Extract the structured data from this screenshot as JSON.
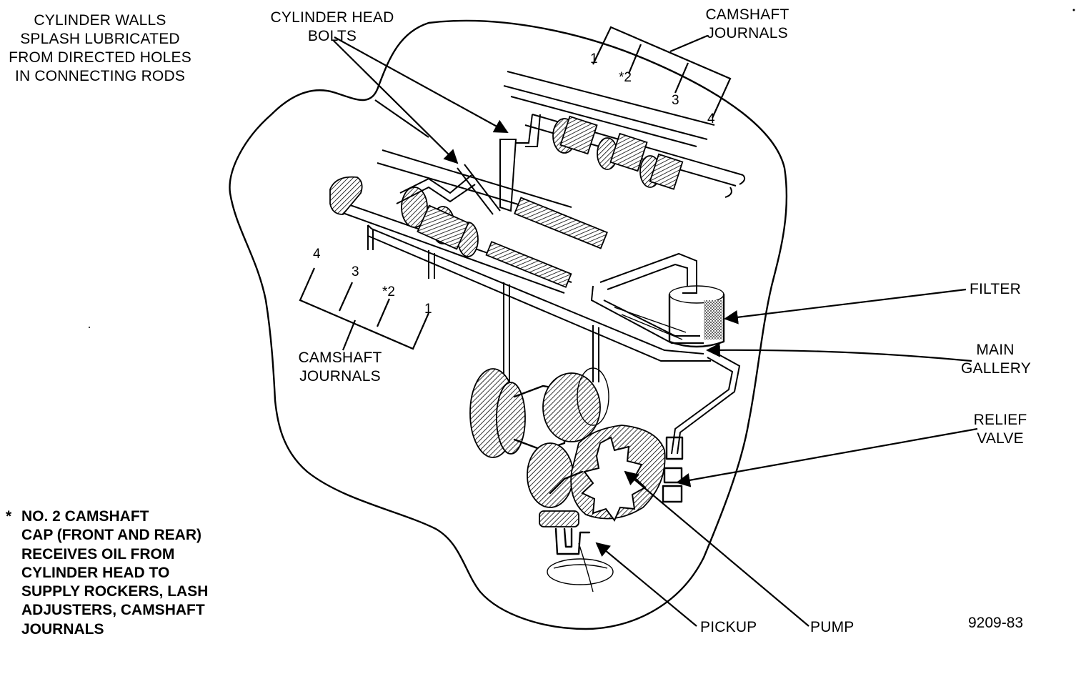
{
  "labels": {
    "cylinder_walls": "CYLINDER WALLS\nSPLASH LUBRICATED\nFROM DIRECTED HOLES\nIN CONNECTING RODS",
    "cylinder_head_bolts": "CYLINDER HEAD\nBOLTS",
    "camshaft_journals_top": "CAMSHAFT\nJOURNALS",
    "camshaft_journals_left": "CAMSHAFT\nJOURNALS",
    "filter": "FILTER",
    "main_gallery": "MAIN\nGALLERY",
    "relief_valve": "RELIEF\nVALVE",
    "pickup": "PICKUP",
    "pump": "PUMP"
  },
  "journal_numbers_top": [
    "1",
    "*2",
    "3",
    "4"
  ],
  "journal_numbers_left": [
    "4",
    "3",
    "*2",
    "1"
  ],
  "footnote": {
    "star": "*",
    "lines": [
      "NO. 2 CAMSHAFT",
      "CAP (FRONT AND REAR)",
      "RECEIVES OIL FROM",
      "CYLINDER HEAD TO",
      "SUPPLY ROCKERS, LASH",
      "ADJUSTERS, CAMSHAFT",
      "JOURNALS"
    ]
  },
  "figure_number": "9209-83"
}
